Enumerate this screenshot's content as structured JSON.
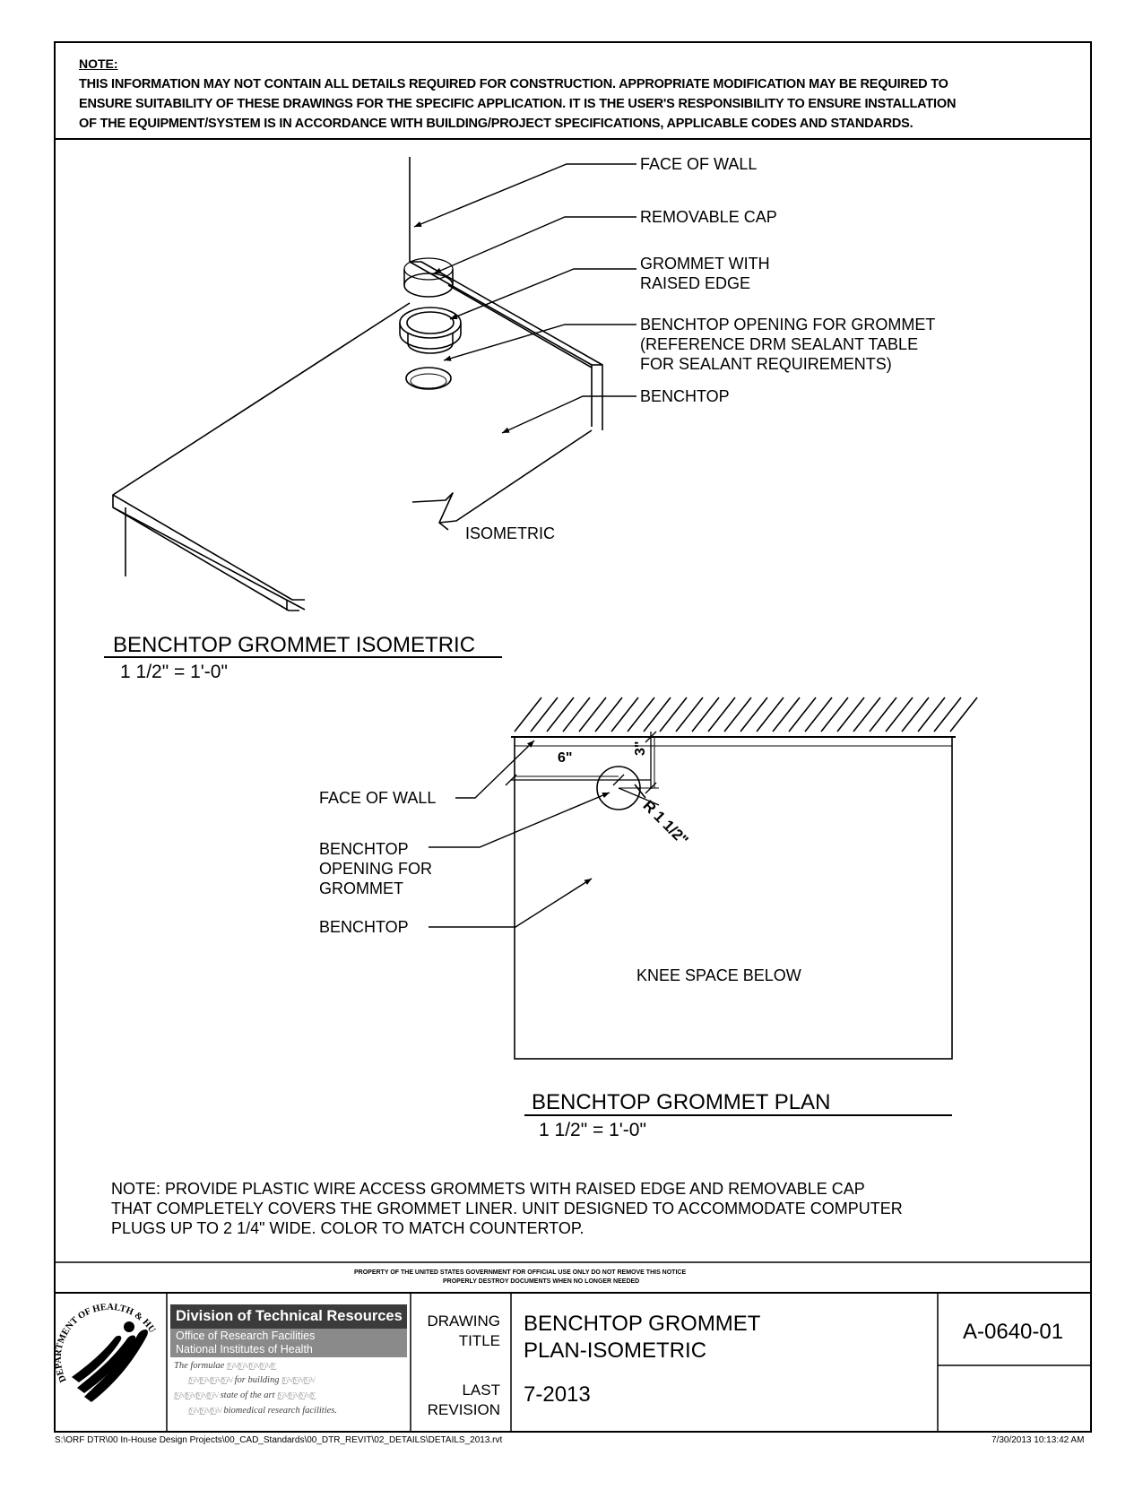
{
  "top_note": {
    "heading": "NOTE:",
    "lines": [
      "THIS INFORMATION MAY NOT CONTAIN ALL DETAILS REQUIRED FOR CONSTRUCTION.  APPROPRIATE MODIFICATION MAY BE REQUIRED TO",
      "ENSURE SUITABILITY OF THESE DRAWINGS FOR THE SPECIFIC APPLICATION.  IT IS THE USER'S RESPONSIBILITY TO ENSURE INSTALLATION",
      "OF THE EQUIPMENT/SYSTEM IS IN ACCORDANCE WITH BUILDING/PROJECT SPECIFICATIONS, APPLICABLE CODES AND STANDARDS."
    ]
  },
  "isometric": {
    "labels": {
      "face_of_wall": "FACE OF WALL",
      "removable_cap": "REMOVABLE CAP",
      "grommet_1": "GROMMET WITH",
      "grommet_2": "RAISED EDGE",
      "opening_1": "BENCHTOP OPENING FOR GROMMET",
      "opening_2": "(REFERENCE DRM SEALANT TABLE",
      "opening_3": "FOR SEALANT REQUIREMENTS)",
      "benchtop": "BENCHTOP",
      "view_name": "ISOMETRIC"
    },
    "title": "BENCHTOP GROMMET ISOMETRIC",
    "scale": "1 1/2\" = 1'-0\""
  },
  "plan": {
    "labels": {
      "face_of_wall": "FACE OF WALL",
      "opening_1": "BENCHTOP",
      "opening_2": "OPENING FOR",
      "opening_3": "GROMMET",
      "benchtop": "BENCHTOP",
      "knee_space": "KNEE SPACE BELOW",
      "dim_6": "6\"",
      "dim_3": "3\"",
      "dim_radius": "R 1 1/2\""
    },
    "title": "BENCHTOP GROMMET PLAN",
    "scale": "1 1/2\" = 1'-0\""
  },
  "bottom_note": {
    "lines": [
      "NOTE:  PROVIDE PLASTIC WIRE ACCESS GROMMETS WITH RAISED EDGE AND  REMOVABLE CAP",
      "THAT COMPLETELY COVERS THE GROMMET LINER.  UNIT DESIGNED TO ACCOMMODATE COMPUTER",
      "PLUGS UP TO 2 1/4\" WIDE.  COLOR TO MATCH COUNTERTOP."
    ]
  },
  "property_notice": {
    "line1": "PROPERTY OF THE UNITED STATES GOVERNMENT FOR OFFICIAL USE ONLY DO NOT REMOVE THIS NOTICE",
    "line2": "PROPERLY DESTROY DOCUMENTS WHEN NO LONGER NEEDED"
  },
  "title_block": {
    "seal_text": "DEPARTMENT OF HEALTH & HUMAN SERVICES·USA",
    "org_name": "Division of Technical Resources",
    "org_sub1": "Office of Research Facilities",
    "org_sub2": "National Institutes of Health",
    "tagline_1": "The formulae",
    "tagline_2": "for building",
    "tagline_3": "state of the art",
    "tagline_4": "biomedical research facilities.",
    "drawing_title_label_1": "DRAWING",
    "drawing_title_label_2": "TITLE",
    "drawing_title_1": "BENCHTOP GROMMET",
    "drawing_title_2": "PLAN-ISOMETRIC",
    "last_revision_label_1": "LAST",
    "last_revision_label_2": "REVISION",
    "last_revision": "7-2013",
    "drawing_number": "A-0640-01"
  },
  "footer": {
    "file_path": "S:\\ORF DTR\\00 In-House Design Projects\\00_CAD_Standards\\00_DTR_REVIT\\02_DETAILS\\DETAILS_2013.rvt",
    "timestamp": "7/30/2013 10:13:42 AM"
  }
}
